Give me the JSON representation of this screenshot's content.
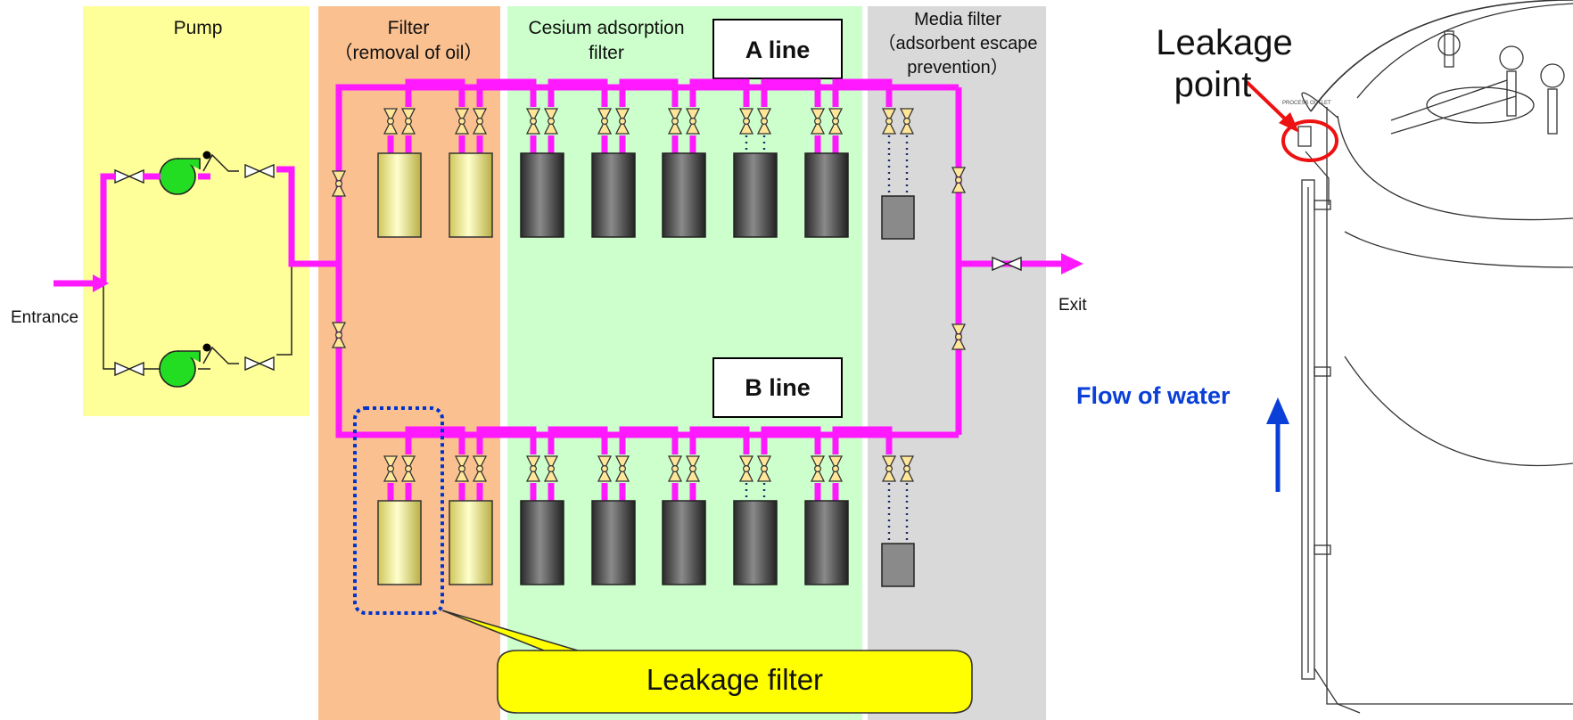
{
  "sections": {
    "pump": "Pump",
    "filter_line1": "Filter",
    "filter_line2": "（removal of oil）",
    "cesium_line1": "Cesium adsorption",
    "cesium_line2": "filter",
    "media_line1": "Media filter",
    "media_line2": "（adsorbent escape",
    "media_line3": "prevention）"
  },
  "lines": {
    "a": "A line",
    "b": "B line"
  },
  "io": {
    "entrance": "Entrance",
    "exit": "Exit"
  },
  "callout": {
    "leakage_filter": "Leakage filter"
  },
  "vessel": {
    "leakage_point_line1": "Leakage",
    "leakage_point_line2": "point",
    "flow_of_water": "Flow of water",
    "nozzle_label": "PROCESS OUTLET"
  },
  "colors": {
    "pipe": "#ff19ff",
    "pump_zone": "#ffff99",
    "filter_zone": "#fac090",
    "cesium_zone": "#ccffcc",
    "media_zone": "#d9d9d9",
    "pump_body": "#22dd22",
    "valve": "#ffe699",
    "callout": "#ffff00",
    "highlight": "#0033cc",
    "leak_marker": "#ee1111",
    "flow_arrow": "#0a3fd8"
  }
}
